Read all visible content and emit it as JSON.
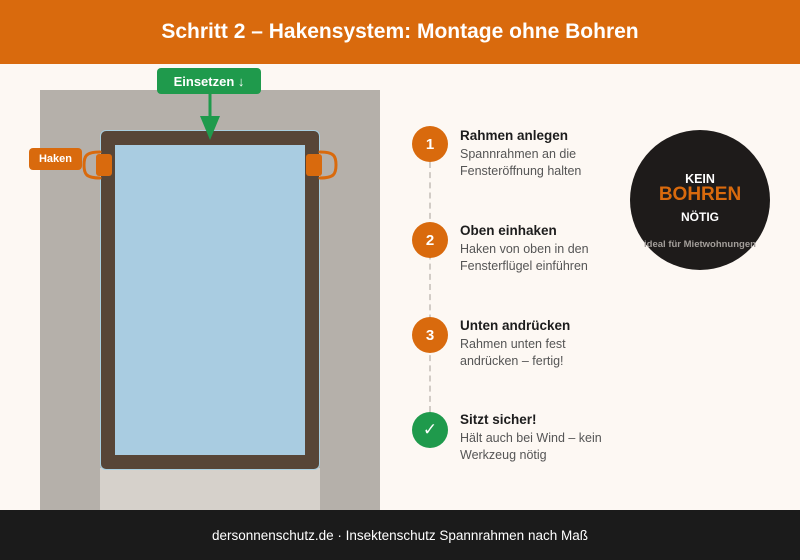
{
  "header": {
    "title": "Schritt 2 – Hakensystem: Montage ohne Bohren"
  },
  "illustration": {
    "hook_label": "Haken",
    "insert_label": "Einsetzen ↓",
    "colors": {
      "frame": "#574537",
      "pane": "#a9cce1",
      "wall": "#b5b0aa",
      "hook": "#d96a0d",
      "arrow": "#1f9a4c"
    }
  },
  "steps": [
    {
      "number": "1",
      "title": "Rahmen anlegen",
      "description": "Spannrahmen an die Fensteröffnung halten"
    },
    {
      "number": "2",
      "title": "Oben einhaken",
      "description": "Haken von oben in den Fensterflügel einführen"
    },
    {
      "number": "3",
      "title": "Unten andrücken",
      "description": "Rahmen unten fest andrücken – fertig!"
    },
    {
      "number": "✓",
      "title": "Sitzt sicher!",
      "description": "Hält auch bei Wind – kein Werkzeug nötig",
      "icon": "check-icon"
    }
  ],
  "badge": {
    "line1": "KEIN",
    "highlight": "BOHREN",
    "line3": "NÖTIG",
    "note": "ideal für Mietwohnungen"
  },
  "footer": {
    "text": "dersonnenschutz.de · Insektenschutz Spannrahmen nach Maß"
  },
  "colors": {
    "accent": "#d96a0d",
    "success": "#1f9a4c",
    "dark": "#1b1b1b",
    "background": "#fdf8f3"
  }
}
